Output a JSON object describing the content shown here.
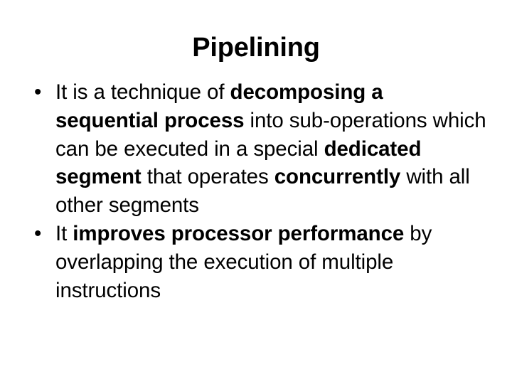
{
  "slide": {
    "title": "Pipelining",
    "bullet_marker": "•",
    "colors": {
      "background": "#ffffff",
      "text": "#000000"
    },
    "bullets": [
      {
        "runs": [
          {
            "text": "It is a technique of ",
            "bold": false
          },
          {
            "text": "decomposing a sequential process",
            "bold": true
          },
          {
            "text": " into sub-operations which can be executed in a special ",
            "bold": false
          },
          {
            "text": "dedicated segment",
            "bold": true
          },
          {
            "text": " that operates ",
            "bold": false
          },
          {
            "text": "concurrently",
            "bold": true
          },
          {
            "text": " with all other segments",
            "bold": false
          }
        ]
      },
      {
        "runs": [
          {
            "text": "It ",
            "bold": false
          },
          {
            "text": "improves processor performance",
            "bold": true
          },
          {
            "text": " by overlapping the execution of multiple instructions",
            "bold": false
          }
        ]
      }
    ]
  }
}
